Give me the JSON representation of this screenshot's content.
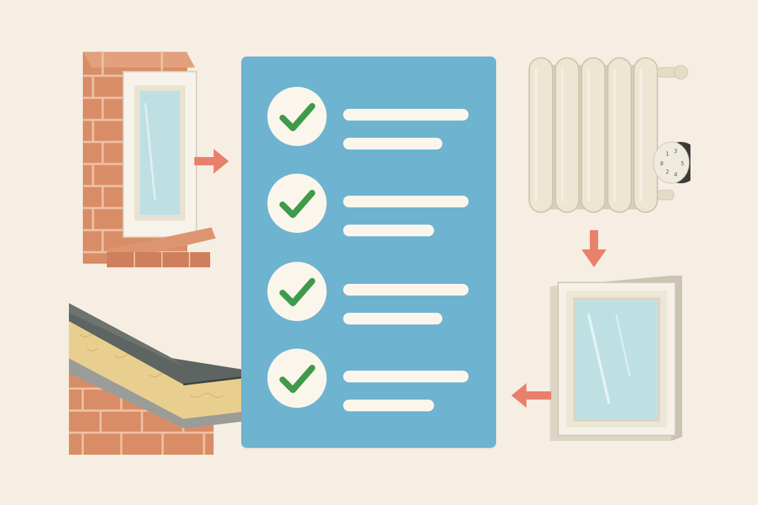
{
  "colors": {
    "background": "#f6eee2",
    "panel": "#6eb3d0",
    "check_circle": "#faf6ec",
    "check_mark": "#3f9b4a",
    "arrow": "#e9806c",
    "brick": "#d98d67",
    "mortar": "#eab79a",
    "glass": "#bfe0e3",
    "frame": "#f5f1e7",
    "insulation": "#e9cf8f",
    "roof_membrane": "#5e6462",
    "radiator": "#ede6d3"
  },
  "checklist": {
    "items": [
      {
        "checked": true
      },
      {
        "checked": true
      },
      {
        "checked": true
      },
      {
        "checked": true
      }
    ]
  },
  "illustrations": [
    {
      "name": "brick-wall-window",
      "icon": "window-in-brick-wall-icon"
    },
    {
      "name": "roof-insulation",
      "icon": "roof-insulation-icon"
    },
    {
      "name": "radiator",
      "icon": "radiator-icon"
    },
    {
      "name": "double-glazed-window",
      "icon": "window-frame-icon"
    }
  ],
  "radiator_dial": {
    "markings": [
      "0",
      "1",
      "2",
      "3",
      "4",
      "5"
    ]
  }
}
